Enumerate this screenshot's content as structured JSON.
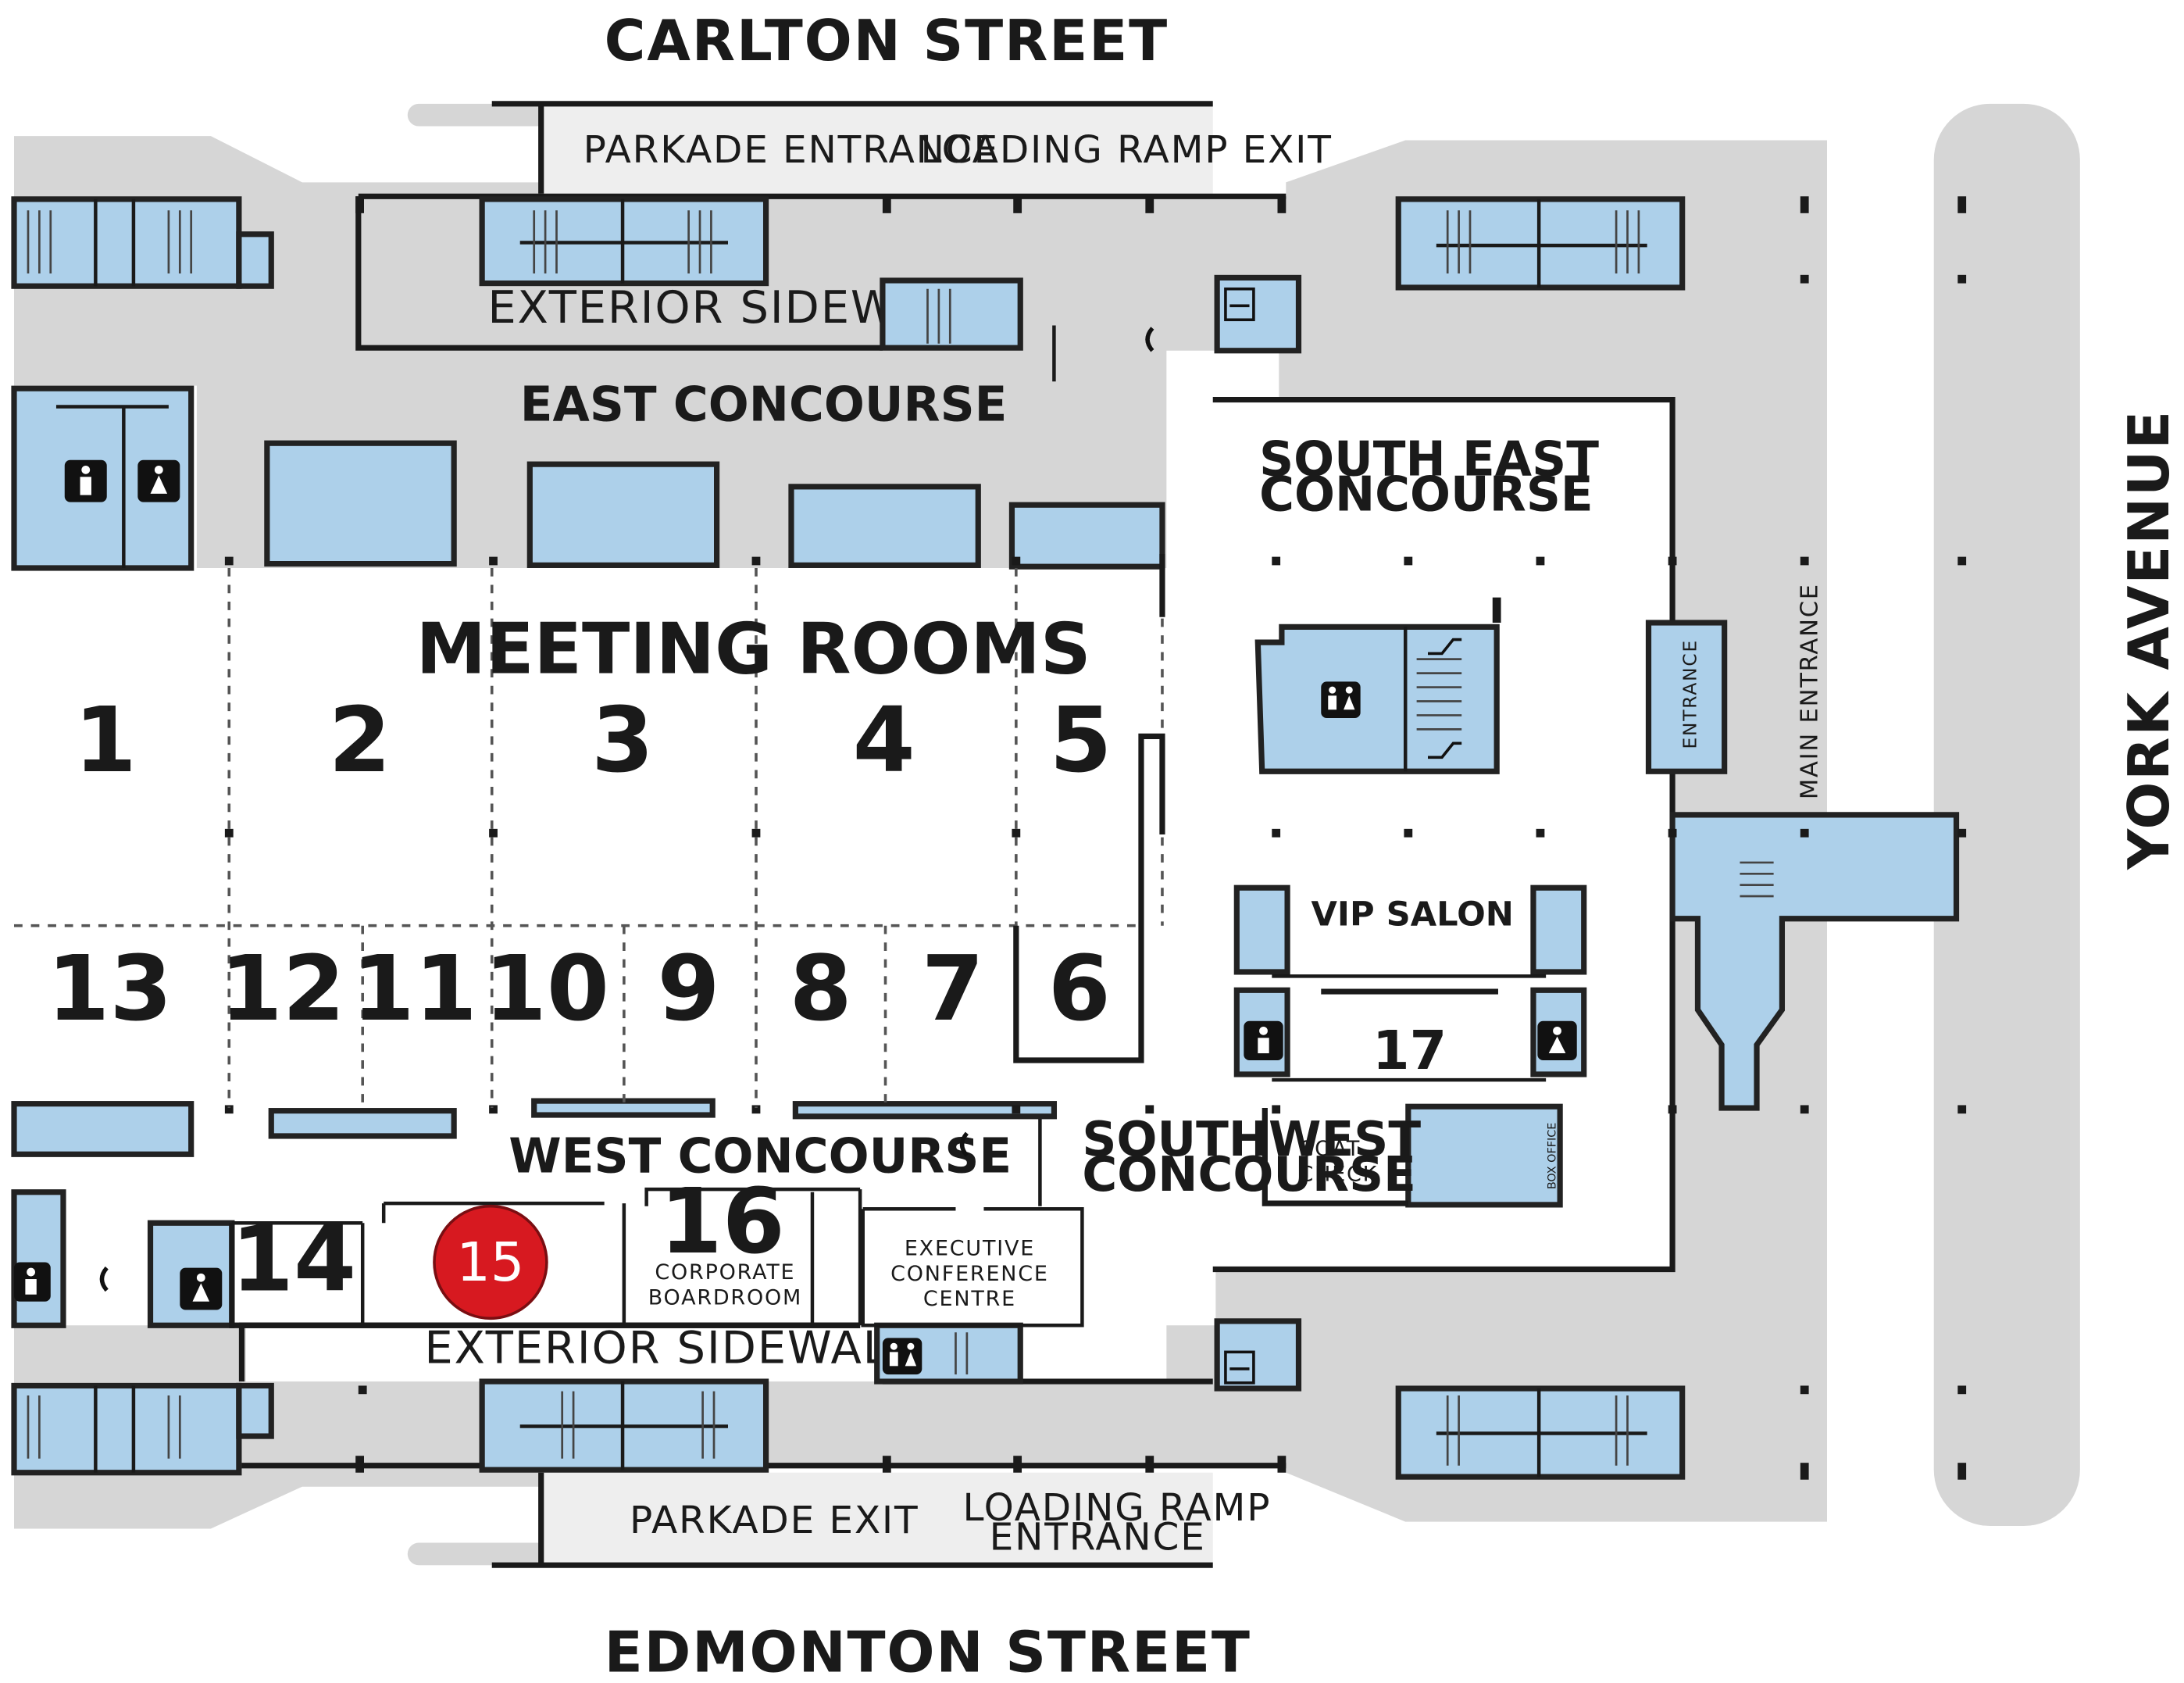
{
  "streets": {
    "north": "CARLTON STREET",
    "south": "EDMONTON STREET",
    "east": "YORK AVENUE"
  },
  "ramps": {
    "parkade_entrance": "PARKADE ENTRANCE",
    "loading_ramp_exit": "LOADING RAMP EXIT",
    "parkade_exit": "PARKADE EXIT",
    "loading_ramp_entrance_line1": "LOADING RAMP",
    "loading_ramp_entrance_line2": "ENTRANCE"
  },
  "sidewalks": {
    "north": "EXTERIOR SIDEWALK",
    "south": "EXTERIOR SIDEWALK"
  },
  "concourses": {
    "east": "EAST CONCOURSE",
    "west": "WEST CONCOURSE",
    "south_east_line1": "SOUTH EAST",
    "south_east_line2": "CONCOURSE",
    "southwest_line1": "SOUTHWEST",
    "southwest_line2": "CONCOURSE"
  },
  "meeting_rooms_title": "MEETING ROOMS",
  "rooms_top": [
    "1",
    "2",
    "3",
    "4",
    "5"
  ],
  "rooms_bottom": [
    "13",
    "12",
    "11",
    "10",
    "9",
    "8",
    "7",
    "6"
  ],
  "room_14": "14",
  "highlight": {
    "label": "15",
    "color": "#d71920"
  },
  "boardroom": {
    "number": "16",
    "line1": "CORPORATE",
    "line2": "BOARDROOM"
  },
  "executive": {
    "line1": "EXECUTIVE",
    "line2": "CONFERENCE",
    "line3": "CENTRE"
  },
  "vip": {
    "title": "VIP SALON",
    "number": "17"
  },
  "coat_check": {
    "line1": "COAT",
    "line2": "CHECK"
  },
  "box_office": "BOX OFFICE",
  "entrance": "ENTRANCE",
  "main_entrance": "MAIN ENTRANCE",
  "icons": [
    "washroom-men-icon",
    "washroom-women-icon",
    "washroom-family-icon",
    "elevator-icon",
    "escalator-icon",
    "phone-icon"
  ],
  "colors": {
    "room_fill": "#add0ea",
    "street_grey": "#d6d6d6",
    "ramp_grey": "#eeeeee"
  }
}
